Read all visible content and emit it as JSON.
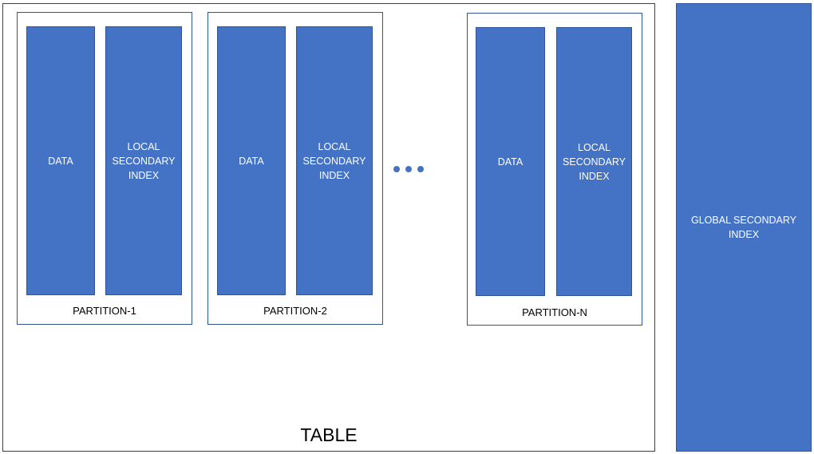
{
  "diagram": {
    "table_label": "TABLE",
    "partitions": [
      {
        "label": "PARTITION-1",
        "data_label": "DATA",
        "lsi_label": "LOCAL\nSECONDARY\nINDEX"
      },
      {
        "label": "PARTITION-2",
        "data_label": "DATA",
        "lsi_label": "LOCAL\nSECONDARY\nINDEX"
      },
      {
        "label": "PARTITION-N",
        "data_label": "DATA",
        "lsi_label": "LOCAL\nSECONDARY\nINDEX"
      }
    ],
    "global_index_label": "GLOBAL SECONDARY\nINDEX",
    "colors": {
      "block_fill": "#4472c4",
      "block_border": "#2f5597",
      "block_text": "#ffffff",
      "frame_border": "#404040"
    }
  }
}
